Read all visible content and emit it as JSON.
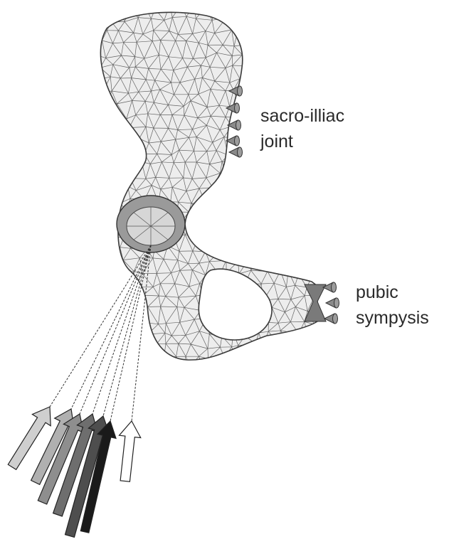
{
  "labels": {
    "sacro_iliac_line1": "sacro-illiac",
    "sacro_iliac_line2": "joint",
    "pubic_line1": "pubic",
    "pubic_line2": "sympysis"
  },
  "colors": {
    "mesh_fill": "#ededed",
    "mesh_line": "#4a4a4a",
    "constraint": "#8a8a8a",
    "acetabulum": "#6a6a6a",
    "force_arrows": [
      "#cfcfcf",
      "#b0b0b0",
      "#8e8e8e",
      "#6e6e6e",
      "#4e4e4e",
      "#1a1a1a",
      "#ffffff"
    ]
  }
}
